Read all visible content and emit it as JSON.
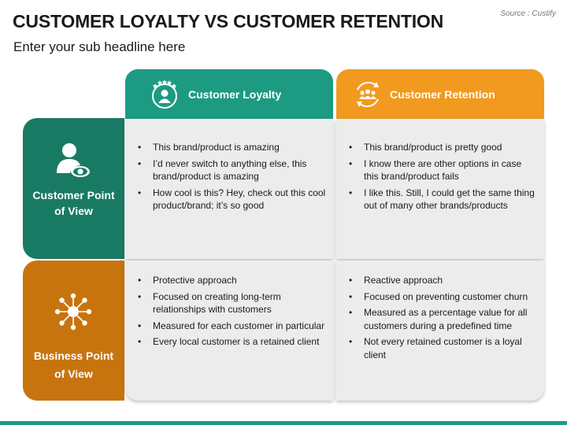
{
  "page": {
    "title": "CUSTOMER LOYALTY VS CUSTOMER RETENTION",
    "subtitle": "Enter your sub headline here",
    "source": "Source : Custify"
  },
  "columns": [
    {
      "label": "Customer Loyalty",
      "icon": "person-stars-icon",
      "color": "#1d9b82"
    },
    {
      "label": "Customer Retention",
      "icon": "group-cycle-icon",
      "color": "#f19a1f"
    }
  ],
  "rows": [
    {
      "label": "Customer Point of View",
      "icon": "user-eye-icon",
      "color": "#197a64",
      "cells": [
        [
          "This brand/product is amazing",
          "I’d never switch to anything else, this brand/product is amazing",
          "How cool is this? Hey, check out this cool product/brand; it’s so good"
        ],
        [
          "This brand/product is pretty good",
          "I know there are other options in case this brand/product fails",
          "I like this. Still, I could get the same thing out of many other brands/products"
        ]
      ]
    },
    {
      "label": "Business Point of View",
      "icon": "network-hub-icon",
      "color": "#c8740e",
      "cells": [
        [
          "Protective approach",
          "Focused on creating long-term relationships with customers",
          "Measured for each customer in particular",
          "Every local customer is a retained client"
        ],
        [
          "Reactive approach",
          "Focused on preventing customer churn",
          "Measured as a percentage value for all customers during a predefined time",
          "Not every retained customer is a loyal client"
        ]
      ]
    }
  ]
}
